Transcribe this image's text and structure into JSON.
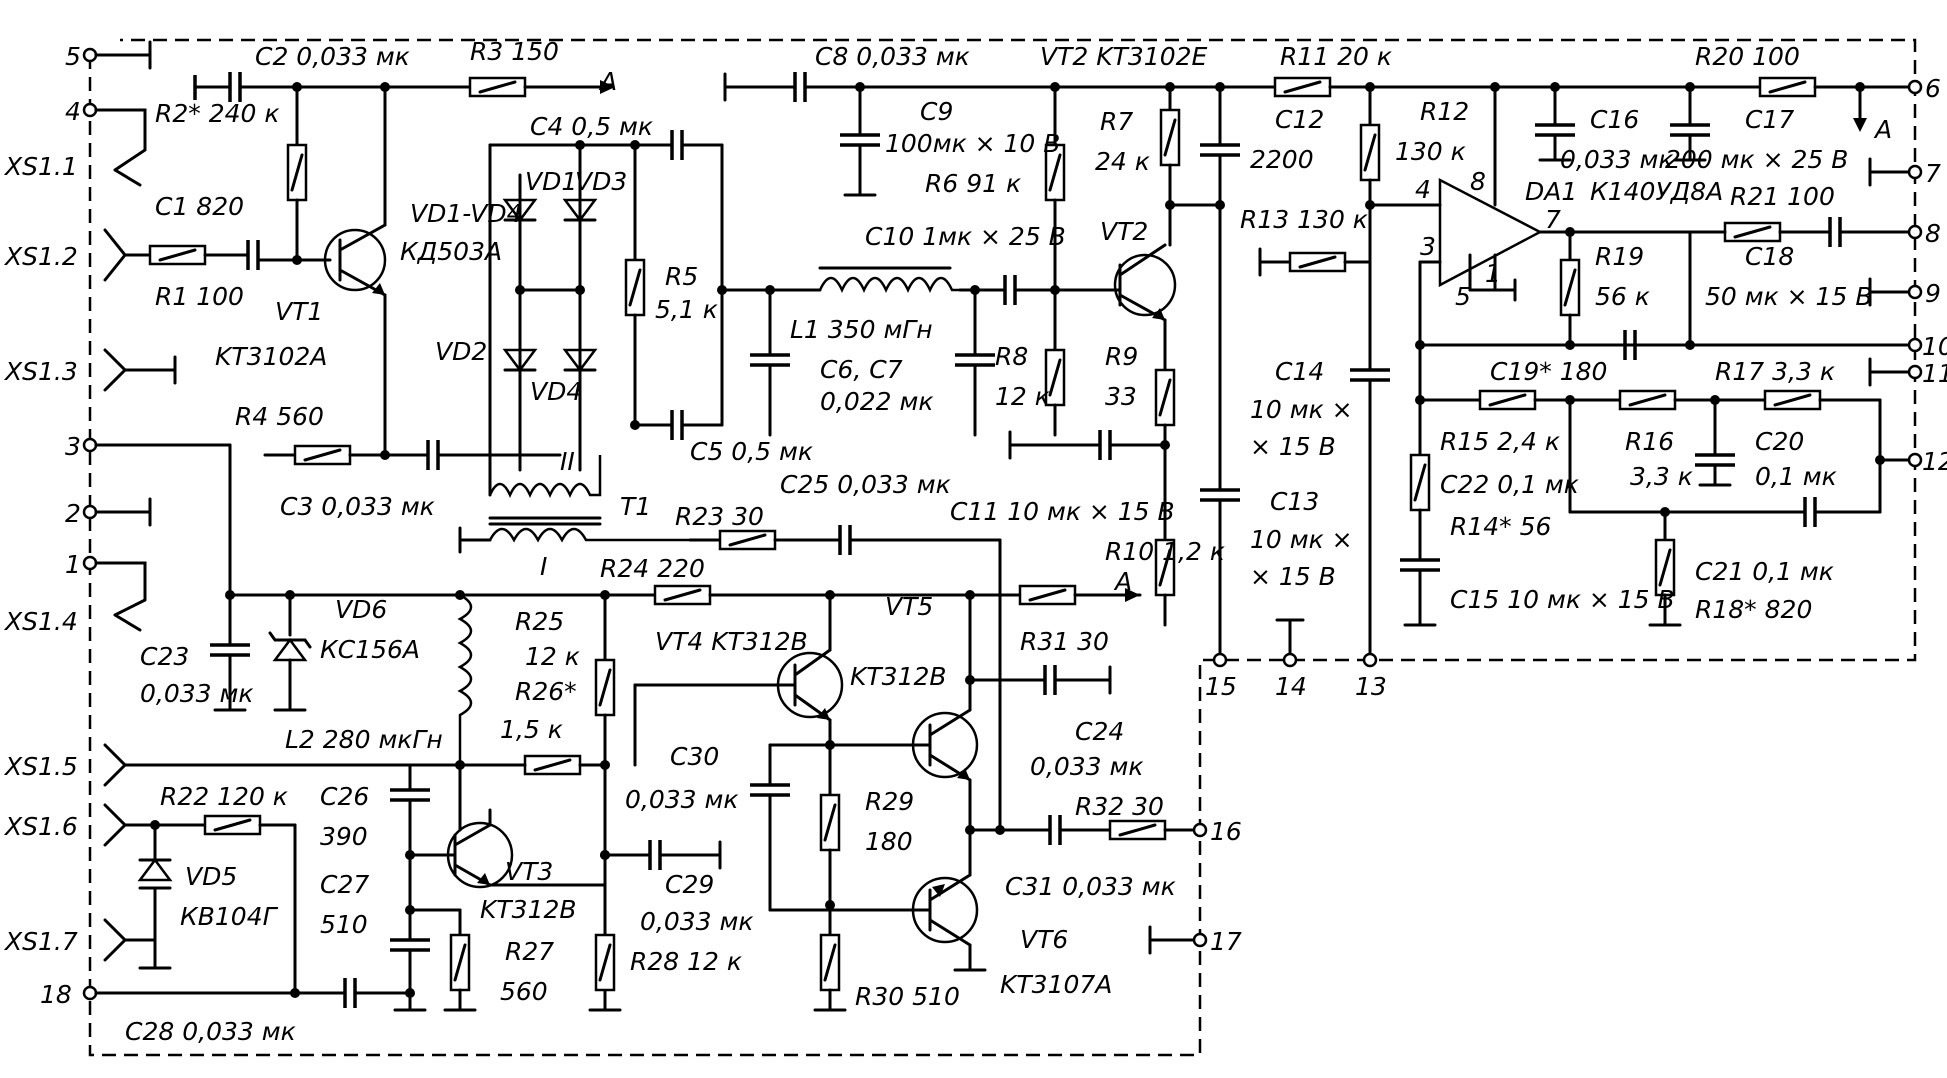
{
  "labels": {
    "pin5": "5",
    "pin4": "4",
    "pin3": "3",
    "pin2": "2",
    "pin1": "1",
    "pin18": "18",
    "pin6": "6",
    "pin7": "7",
    "pin8": "8",
    "pin9": "9",
    "pin10": "10",
    "pin11": "11",
    "pin12": "12",
    "pin13": "13",
    "pin14": "14",
    "pin15": "15",
    "pin16": "16",
    "pin17": "17",
    "xs11": "XS1.1",
    "xs12": "XS1.2",
    "xs13": "XS1.3",
    "xs14": "XS1.4",
    "xs15": "XS1.5",
    "xs16": "XS1.6",
    "xs17": "XS1.7",
    "c2": "C2  0,033 мк",
    "r3": "R3  150",
    "a1": "A",
    "r2": "R2* 240 к",
    "c1": "C1  820",
    "r1": "R1  100",
    "vt1": "VT1",
    "vt1type": "KT3102A",
    "vd1vd4": "VD1-VD4",
    "vdtype": "КД503А",
    "c4": "C4  0,5 мк",
    "vd1": "VD1",
    "vd3": "VD3",
    "vd2": "VD2",
    "vd4": "VD4",
    "r5": "R5",
    "r5v": "5,1 к",
    "c5": "C5  0,5 мк",
    "r4": "R4  560",
    "c3": "C3  0,033 мк",
    "t1": "T1",
    "t1ii": "II",
    "t1i": "I",
    "c8": "C8  0,033 мк",
    "vt2h": "VT2  KT3102E",
    "r11": "R11  20 к",
    "c9": "C9",
    "c9v": "100мк × 10 В",
    "r6": "R6  91 к",
    "c10": "C10  1мк × 25 В",
    "l1": "L1  350 мГн",
    "c6c7": "C6, C7",
    "c6v": "0,022 мк",
    "r7": "R7",
    "r7v": "24 к",
    "vt2": "VT2",
    "r8": "R8",
    "r8v": "12 к",
    "r9": "R9",
    "r9v": "33",
    "c12": "C12",
    "c12v": "2200",
    "r13": "R13  130 к",
    "r12": "R12",
    "r12v": "130 к",
    "r20": "R20  100",
    "c16": "C16",
    "c16v": "0,033 мк",
    "c17": "C17",
    "c17v": "200 мк × 25 В",
    "a2": "A",
    "da1": "DA1",
    "da1type": "К140УД8А",
    "r21": "R21  100",
    "opin4": "4",
    "opin8": "8",
    "opin7": "7",
    "opin3": "3",
    "opin5": "5",
    "opin1": "1",
    "r19": "R19",
    "r19v": "56 к",
    "c18": "C18",
    "c18v": "50 мк × 15 В",
    "c14": "C14",
    "c14v1": "10 мк ×",
    "c14v2": "× 15 В",
    "c13": "C13",
    "c13v1": "10 мк ×",
    "c13v2": "× 15 В",
    "c19": "C19*  180",
    "r17": "R17  3,3 к",
    "r15": "R15  2,4 к",
    "r16": "R16",
    "r16v": "3,3 к",
    "c20": "C20",
    "c20v": "0,1 мк",
    "c22": "C22  0,1 мк",
    "r14": "R14*  56",
    "c15": "C15   10 мк × 15 В",
    "c21": "C21  0,1 мк",
    "r18": "R18*  820",
    "c25": "C25  0,033 мк",
    "r23": "R23  30",
    "c11": "C11  10 мк × 15 В",
    "r10": "R10  1,2 к",
    "a3": "A",
    "r24": "R24  220",
    "c23": "C23",
    "c23v": "0,033 мк",
    "vd6": "VD6",
    "vd6type": "КС156А",
    "l2": "L2   280 мкГн",
    "r25": "R25",
    "r25v": "12 к",
    "r26": "R26*",
    "r26v": "1,5 к",
    "vt4": "VT4  KT312B",
    "vt5": "VT5",
    "vt5type": "KT312B",
    "r31": "R31  30",
    "c24": "C24",
    "c24v": "0,033 мк",
    "c30": "C30",
    "c30v": "0,033 мк",
    "r29": "R29",
    "r29v": "180",
    "r32": "R32  30",
    "c31": "C31  0,033 мк",
    "r22": "R22  120 к",
    "vd5": "VD5",
    "vd5type": "КВ104Г",
    "c26": "C26",
    "c26v": "390",
    "c27": "C27",
    "c27v": "510",
    "vt3": "VT3",
    "vt3type": "KT312B",
    "r27": "R27",
    "r27v": "560",
    "c29": "C29",
    "c29v": "0,033 мк",
    "r28": "R28  12 к",
    "r30": "R30  510",
    "vt6": "VT6",
    "vt6type": "KT3107A",
    "c28": "C28   0,033 мк"
  }
}
